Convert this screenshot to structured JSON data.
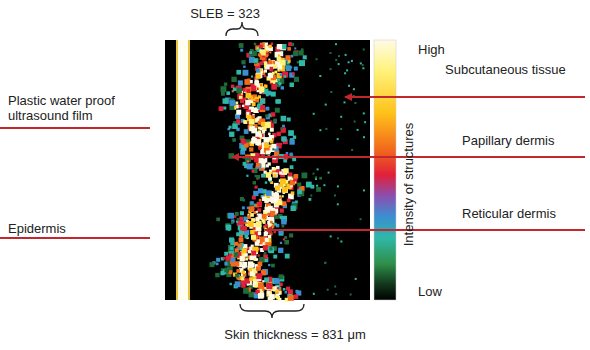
{
  "diagram": {
    "labels": [
      "SLEB = 323",
      "Plastic water proof ultrasound film",
      "Epidermis",
      "Subcutaneous tissue",
      "Papillary dermis",
      "Reticular dermis",
      "High",
      "Intensity of structures",
      "Low",
      "Skin thickness = 831 μm"
    ]
  }
}
